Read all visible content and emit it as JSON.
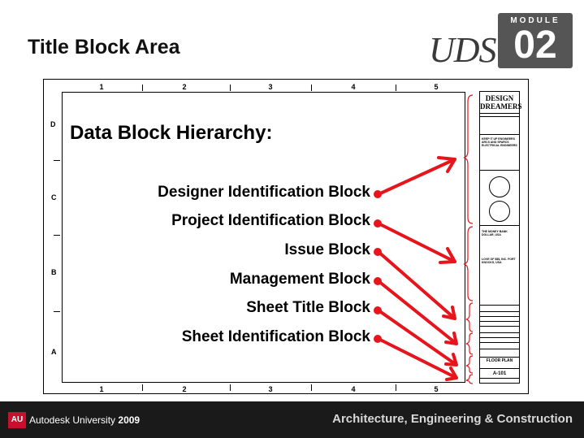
{
  "slide": {
    "title": "Title Block Area"
  },
  "brand": {
    "uds": "UDS",
    "module_word": "MODULE",
    "module_number": "02"
  },
  "sheet": {
    "columns": [
      "1",
      "2",
      "3",
      "4",
      "5"
    ],
    "rows": [
      "D",
      "C",
      "B",
      "A"
    ]
  },
  "hierarchy": {
    "heading": "Data Block Hierarchy:",
    "items": [
      "Designer Identification Block",
      "Project Identification Block",
      "Issue Block",
      "Management Block",
      "Sheet Title Block",
      "Sheet Identification Block"
    ]
  },
  "titleblock": {
    "company": "DESIGN DREAMERS",
    "consultants": "KEEP IT UP ENGINEERS ARCS AND SPARCS ELECTRICAL ENGINEERS",
    "project": "THE MONEY BANK DOLLAR, USA",
    "owner": "LOVE OF $$$, INC. FORT KNOCKS, USA",
    "sheet_title": "FLOOR PLAN",
    "sheet_id": "A-101"
  },
  "footer": {
    "logo": "AU",
    "org": "Autodesk University",
    "year": "2009",
    "tagline": "Architecture, Engineering & Construction"
  },
  "colors": {
    "accent": "#e8141c",
    "footer_bg": "#1a1a1a",
    "badge": "#555555"
  }
}
